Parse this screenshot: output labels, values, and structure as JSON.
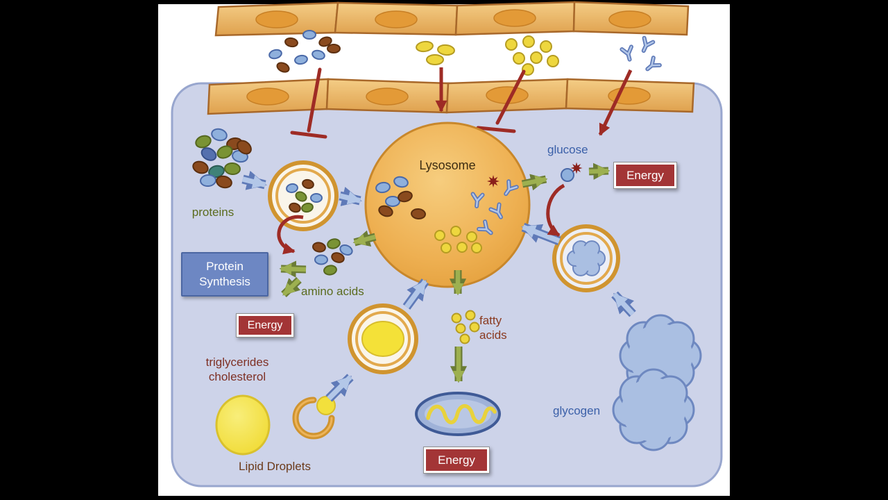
{
  "diagram": {
    "labels": {
      "lysosome": "Lysosome",
      "proteins": "proteins",
      "protein_synthesis": "Protein Synthesis",
      "amino_acids": "amino acids",
      "energy": "Energy",
      "glucose": "glucose",
      "glycogen": "glycogen",
      "fatty_acids": "fatty acids",
      "triglycerides_cholesterol": "triglycerides cholesterol",
      "lipid_droplets": "Lipid Droplets"
    },
    "colors": {
      "background": "#000000",
      "canvas": "#ffffff",
      "cell_fill": "#cdd3e9",
      "cell_border": "#98a6ce",
      "lysosome_fill_light": "#f6cd7e",
      "lysosome_fill_dark": "#e09a35",
      "lysosome_border": "#c8872b",
      "tissue_fill_light": "#f4cd86",
      "tissue_fill_dark": "#dfa14e",
      "tissue_border": "#a8682a",
      "tissue_nucleus": "#e39a37",
      "energy_box": "#a33536",
      "protein_synthesis_box": "#6d87c3",
      "label_olive": "#5a6b1e",
      "label_blue": "#3a5fa8",
      "label_red": "#7e3024",
      "label_brown": "#6b3a1a",
      "label_dark": "#3e2d12",
      "arrow_green_fill": "#9db050",
      "arrow_green_edge": "#6b7c36",
      "arrow_blue_fill": "#b3c7e8",
      "arrow_blue_edge": "#5f7ab8",
      "arrow_red": "#9e2b25",
      "membrane_orange": "#d0942f",
      "lipid_yellow": "#f2e03c",
      "glycogen_blue": "#aabfe2",
      "glycogen_blue_edge": "#6e88c0",
      "mito_fill": "#9fb2d8",
      "mito_border": "#3f5a96"
    }
  }
}
